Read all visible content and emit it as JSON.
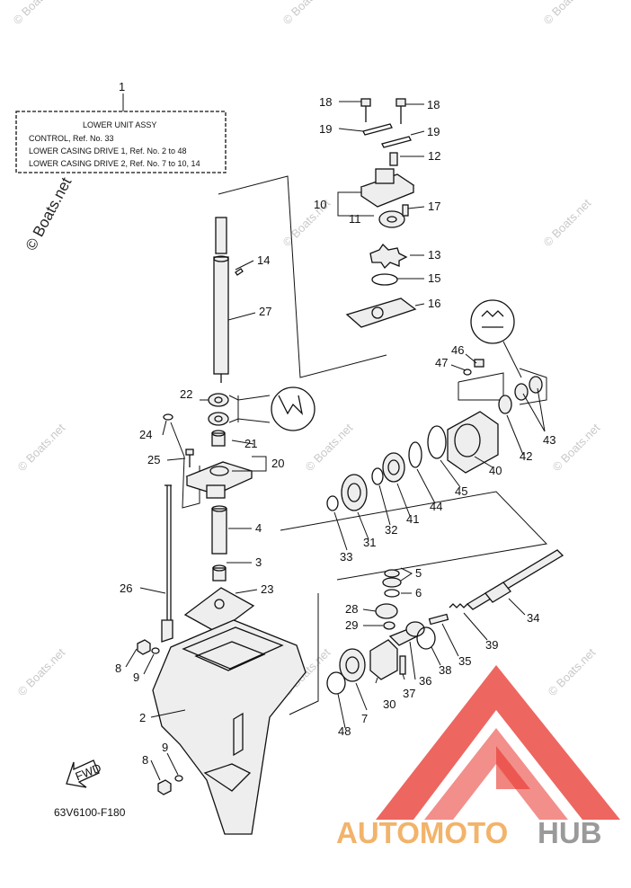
{
  "assembly_box": {
    "title": "LOWER UNIT ASSY",
    "line1": "CONTROL,  Ref. No. 33",
    "line2": "LOWER CASING DRIVE 1,  Ref. No. 2 to 48",
    "line3": "LOWER CASING DRIVE 2,  Ref. No. 7 to 10, 14"
  },
  "figure_code": "63V6100-F180",
  "fwd_label": "FWD",
  "watermark": "© Boats.net",
  "brand": {
    "part1": "AUTOMOTO",
    "part2": "HUB"
  },
  "colors": {
    "brand_orange": "#f2b36a",
    "brand_gray": "#9a9a9a",
    "logo_red": "#e8332b"
  },
  "labels": {
    "l1": "1",
    "l2": "2",
    "l3": "3",
    "l4": "4",
    "l5": "5",
    "l6": "6",
    "l7": "7",
    "l8a": "8",
    "l8b": "8",
    "l9a": "9",
    "l9b": "9",
    "l10": "10",
    "l11": "11",
    "l12": "12",
    "l13": "13",
    "l14": "14",
    "l15": "15",
    "l16": "16",
    "l17": "17",
    "l18a": "18",
    "l18b": "18",
    "l19a": "19",
    "l19b": "19",
    "l20": "20",
    "l21": "21",
    "l22": "22",
    "l23": "23",
    "l24": "24",
    "l25": "25",
    "l26": "26",
    "l27": "27",
    "l28": "28",
    "l29": "29",
    "l30": "30",
    "l31": "31",
    "l32": "32",
    "l33": "33",
    "l34": "34",
    "l35": "35",
    "l36": "36",
    "l37": "37",
    "l38": "38",
    "l39": "39",
    "l40": "40",
    "l41": "41",
    "l42": "42",
    "l43": "43",
    "l44": "44",
    "l45": "45",
    "l46": "46",
    "l47": "47",
    "l48": "48"
  }
}
